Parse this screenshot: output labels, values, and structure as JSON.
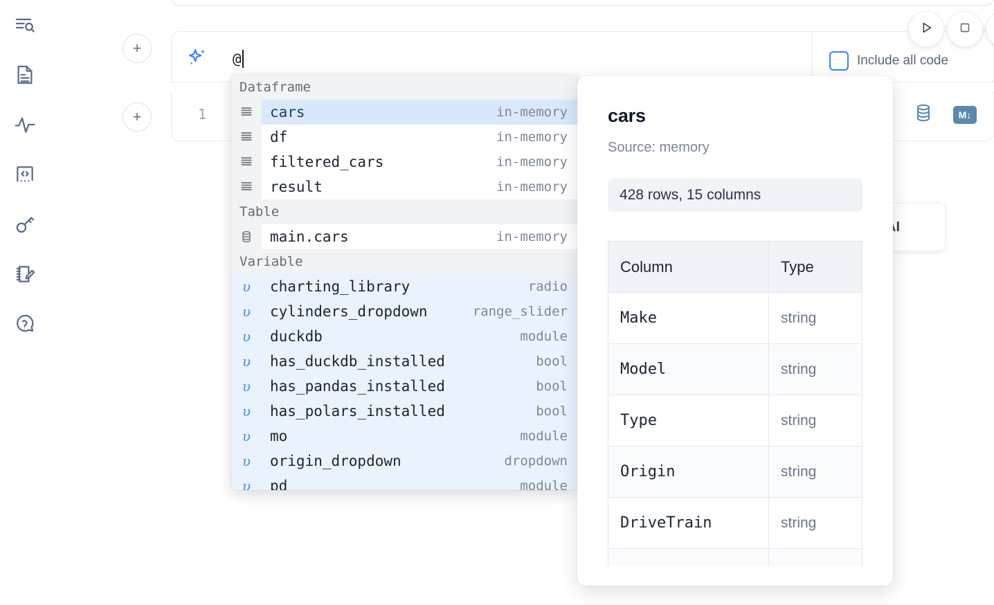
{
  "rail": {
    "items": [
      {
        "icon": "explore-search-icon",
        "name": "sidebar-item-explore"
      },
      {
        "icon": "document-icon",
        "name": "sidebar-item-notebook"
      },
      {
        "icon": "activity-pulse-icon",
        "name": "sidebar-item-activity"
      },
      {
        "icon": "code-brackets-icon",
        "name": "sidebar-item-snippets"
      },
      {
        "icon": "key-icon",
        "name": "sidebar-item-secrets"
      },
      {
        "icon": "notepad-pencil-icon",
        "name": "sidebar-item-scratchpad"
      },
      {
        "icon": "help-chat-icon",
        "name": "sidebar-item-help"
      }
    ]
  },
  "ai_prompt": {
    "icon": "ai-sparkle-icon",
    "value": "@",
    "include_all_code_label": "Include all code",
    "include_all_code_checked": false,
    "add_cell_label": "+",
    "run_label": "run-icon",
    "stop_label": "stop-icon"
  },
  "code_cell": {
    "line_number": "1",
    "tools": [
      {
        "name": "database-icon",
        "label": ""
      },
      {
        "name": "markdown-icon",
        "label": "M↓"
      }
    ]
  },
  "ai_chip": {
    "label": "h AI"
  },
  "autocomplete": {
    "groups": [
      {
        "label": "Dataframe",
        "items": [
          {
            "icon": "dataframe-icon",
            "name": "cars",
            "kind": "in-memory",
            "selected": true
          },
          {
            "icon": "dataframe-icon",
            "name": "df",
            "kind": "in-memory",
            "selected": false
          },
          {
            "icon": "dataframe-icon",
            "name": "filtered_cars",
            "kind": "in-memory",
            "selected": false
          },
          {
            "icon": "dataframe-icon",
            "name": "result",
            "kind": "in-memory",
            "selected": false
          }
        ]
      },
      {
        "label": "Table",
        "items": [
          {
            "icon": "table-db-icon",
            "name": "main.cars",
            "kind": "in-memory",
            "selected": false
          }
        ]
      },
      {
        "label": "Variable",
        "items": [
          {
            "icon": "variable-icon",
            "name": "charting_library",
            "kind": "radio",
            "selected": false
          },
          {
            "icon": "variable-icon",
            "name": "cylinders_dropdown",
            "kind": "range_slider",
            "selected": false
          },
          {
            "icon": "variable-icon",
            "name": "duckdb",
            "kind": "module",
            "selected": false
          },
          {
            "icon": "variable-icon",
            "name": "has_duckdb_installed",
            "kind": "bool",
            "selected": false
          },
          {
            "icon": "variable-icon",
            "name": "has_pandas_installed",
            "kind": "bool",
            "selected": false
          },
          {
            "icon": "variable-icon",
            "name": "has_polars_installed",
            "kind": "bool",
            "selected": false
          },
          {
            "icon": "variable-icon",
            "name": "mo",
            "kind": "module",
            "selected": false
          },
          {
            "icon": "variable-icon",
            "name": "origin_dropdown",
            "kind": "dropdown",
            "selected": false
          },
          {
            "icon": "variable-icon",
            "name": "pd",
            "kind": "module",
            "selected": false
          }
        ]
      }
    ]
  },
  "preview": {
    "title": "cars",
    "source": "Source: memory",
    "stats": "428 rows, 15 columns",
    "columns_header": {
      "column": "Column",
      "type": "Type"
    },
    "rows": [
      {
        "column": "Make",
        "type": "string"
      },
      {
        "column": "Model",
        "type": "string"
      },
      {
        "column": "Type",
        "type": "string"
      },
      {
        "column": "Origin",
        "type": "string"
      },
      {
        "column": "DriveTrain",
        "type": "string"
      },
      {
        "column": "",
        "type": ""
      }
    ]
  },
  "colors": {
    "accent_blue": "#3b82f6",
    "selection_blue": "#d9e8fb",
    "tool_blue": "#5b89ad",
    "rail_gray": "#5c6b8a",
    "panel_gray": "#f0f3f7"
  }
}
